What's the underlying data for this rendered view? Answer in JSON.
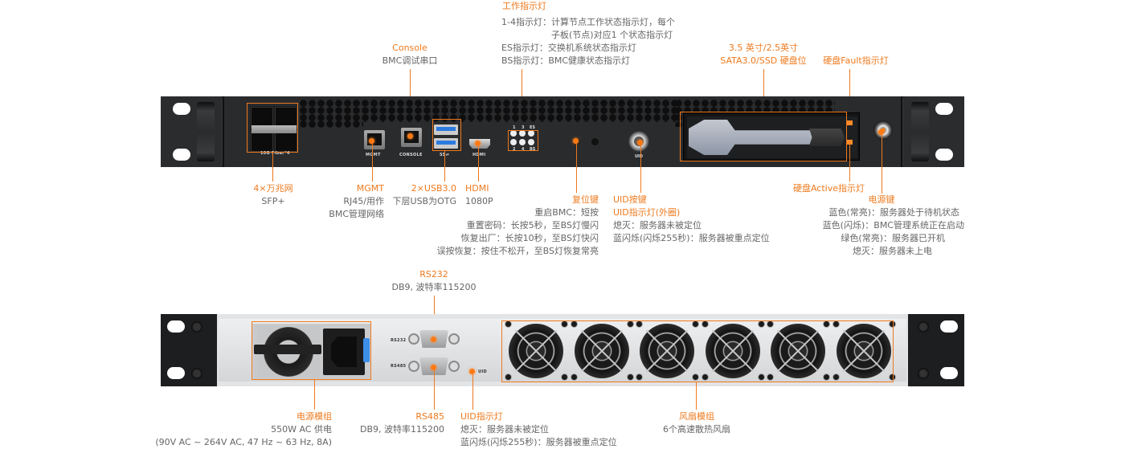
{
  "accent_color": "#ee7a1e",
  "text_color": "#666666",
  "front_panel": {
    "silkscreen": {
      "sfp": "10G Fiber*4",
      "mgmt": "MGMT",
      "console": "CONSOLE",
      "usb": "SS⇌",
      "hdmi": "HDMI",
      "led_labels": [
        "1",
        "3",
        "ES",
        "2",
        "4",
        "BS"
      ],
      "uid": "UID"
    },
    "callouts": {
      "work_leds": {
        "title": "工作指示灯",
        "lines": [
          "1-4指示灯：计算节点工作状态指示灯，每个",
          "子板(节点)对应1 个状态指示灯",
          "ES指示灯：交换机系统状态指示灯",
          "BS指示灯：BMC健康状态指示灯"
        ]
      },
      "console": {
        "title": "Console",
        "lines": [
          "BMC调试串口"
        ]
      },
      "drive_bay": {
        "title_lines": [
          "3.5 英寸/2.5英寸",
          "SATA3.0/SSD 硬盘位"
        ]
      },
      "drive_fault": {
        "title": "硬盘Fault指示灯"
      },
      "sfp": {
        "title": "4×万兆网",
        "lines": [
          "SFP+"
        ]
      },
      "mgmt": {
        "title": "MGMT",
        "lines": [
          "RJ45/用作",
          "BMC管理网络"
        ]
      },
      "usb": {
        "title": "2×USB3.0",
        "lines": [
          "下层USB为OTG"
        ]
      },
      "hdmi": {
        "title": "HDMI",
        "lines": [
          "1080P"
        ]
      },
      "reset": {
        "title": "复位键",
        "lines": [
          "重启BMC：短按",
          "重置密码：长按5秒，至BS灯慢闪",
          "恢复出厂：长按10秒，至BS灯快闪",
          "误按恢复：按住不松开，至BS灯恢复常亮"
        ]
      },
      "uid": {
        "title_lines": [
          "UID按键",
          "UID指示灯(外圈)"
        ],
        "lines": [
          "熄灭：服务器未被定位",
          "蓝闪烁(闪烁255秒)：服务器被重点定位"
        ]
      },
      "drive_active": {
        "title": "硬盘Active指示灯"
      },
      "power": {
        "title": "电源键",
        "lines": [
          "蓝色(常亮)：服务器处于待机状态",
          "蓝色(闪烁)：BMC管理系统正在启动",
          "绿色(常亮)：服务器已开机",
          "熄灭：服务器未上电"
        ]
      }
    }
  },
  "rear_panel": {
    "silkscreen": {
      "rs232": "RS232",
      "rs485": "RS485",
      "uid": "UID"
    },
    "callouts": {
      "rs232": {
        "title": "RS232",
        "lines": [
          "DB9, 波特率115200"
        ]
      },
      "psu": {
        "title": "电源模组",
        "lines": [
          "550W AC 供电",
          "(90V AC ~ 264V AC, 47 Hz ~ 63 Hz, 8A)"
        ]
      },
      "rs485": {
        "title": "RS485",
        "lines": [
          "DB9, 波特率115200"
        ]
      },
      "uid": {
        "title": "UID指示灯",
        "lines": [
          "熄灭：服务器未被定位",
          "蓝闪烁(闪烁255秒)：服务器被重点定位"
        ]
      },
      "fans": {
        "title": "风扇模组",
        "lines": [
          "6个高速散热风扇"
        ]
      }
    },
    "fan_count": 6
  }
}
